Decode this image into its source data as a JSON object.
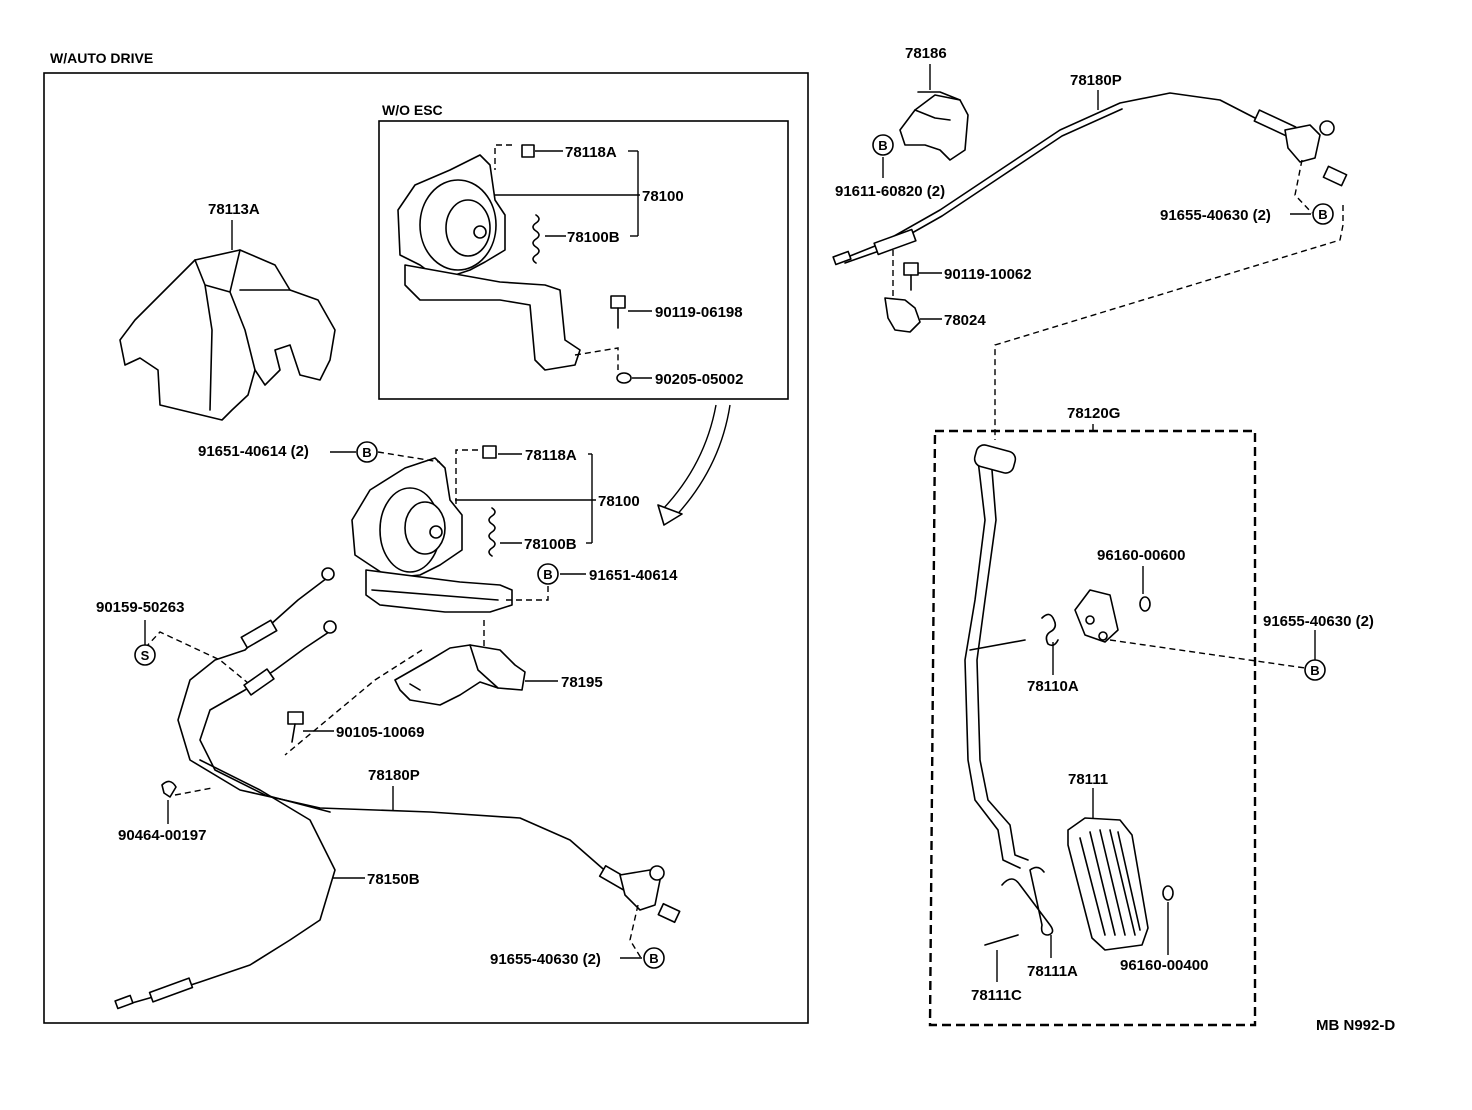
{
  "headers": {
    "auto_drive": "W/AUTO DRIVE",
    "wo_esc": "W/O ESC"
  },
  "left": {
    "p78113A": "78113A",
    "esc_78118A": "78118A",
    "esc_78100": "78100",
    "esc_78100B": "78100B",
    "esc_90119": "90119-06198",
    "esc_90205": "90205-05002",
    "p91651_2": "91651-40614 (2)",
    "p78118A": "78118A",
    "p78100": "78100",
    "p78100B": "78100B",
    "p91651": "91651-40614",
    "p90159": "90159-50263",
    "p78195": "78195",
    "p90105": "90105-10069",
    "p78180P": "78180P",
    "p90464": "90464-00197",
    "p78150B": "78150B",
    "p91655": "91655-40630 (2)"
  },
  "right": {
    "p78186": "78186",
    "p78180P": "78180P",
    "p91611": "91611-60820 (2)",
    "p91655_top": "91655-40630 (2)",
    "p90119": "90119-10062",
    "p78024": "78024",
    "p78120G": "78120G",
    "p96160_600": "96160-00600",
    "p91655_mid": "91655-40630 (2)",
    "p78110A": "78110A",
    "p78111": "78111",
    "p96160_400": "96160-00400",
    "p78111A": "78111A",
    "p78111C": "78111C"
  },
  "symbols": {
    "b": "B",
    "s": "S"
  },
  "figure_code": "MB N992-D"
}
